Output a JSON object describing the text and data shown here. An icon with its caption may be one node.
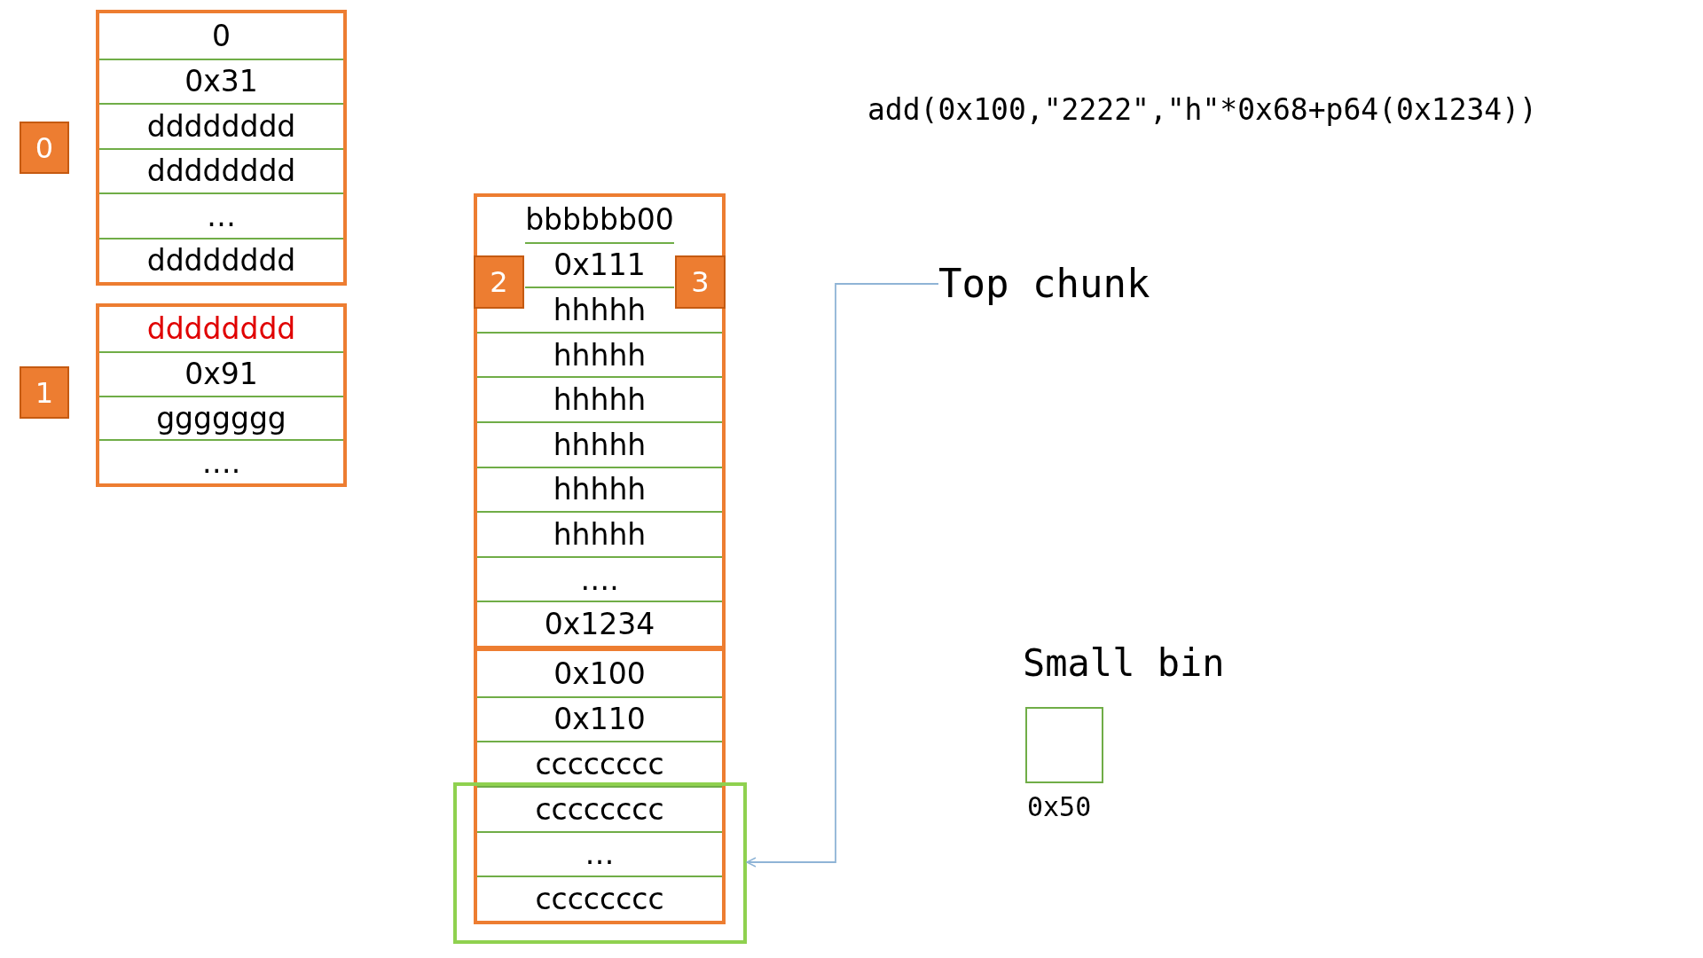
{
  "diagram": {
    "nodes": [
      {
        "text": [],
        "shape": "box"
      },
      {
        "text": [
          "0"
        ],
        "in": 0
      },
      {
        "text": [
          "0x31"
        ],
        "in": 0
      },
      {
        "text": [
          "dddddddd"
        ],
        "in": 0
      },
      {
        "text": [
          "dddddddd"
        ],
        "in": 0
      },
      {
        "text": [
          "…"
        ],
        "in": 0
      },
      {
        "text": [
          "dddddddd"
        ],
        "in": 0
      },
      {
        "text": [
          "0"
        ]
      },
      {
        "text": [],
        "shape": "box"
      },
      {
        "text": [
          "dddddddd"
        ],
        "in": 8
      },
      {
        "text": [
          "0x91"
        ],
        "in": 8
      },
      {
        "text": [
          "ggggggg"
        ],
        "in": 8
      },
      {
        "text": [
          "…."
        ],
        "in": 8
      },
      {
        "text": [
          "1"
        ]
      },
      {
        "text": [],
        "shape": "box"
      },
      {
        "text": [
          "bbbbbb00"
        ],
        "in": 14
      },
      {
        "text": [
          "0x111"
        ],
        "in": 14
      },
      {
        "text": [
          "hhhhh"
        ],
        "in": 14
      },
      {
        "text": [
          "hhhhh"
        ],
        "in": 14
      },
      {
        "text": [
          "hhhhh"
        ],
        "in": 14
      },
      {
        "text": [
          "hhhhh"
        ],
        "in": 14
      },
      {
        "text": [
          "hhhhh"
        ],
        "in": 14
      },
      {
        "text": [
          "hhhhh"
        ],
        "in": 14
      },
      {
        "text": [
          "…."
        ],
        "in": 14
      },
      {
        "text": [
          "0x1234"
        ],
        "in": 14
      },
      {
        "text": [
          "2"
        ],
        "in": 14
      },
      {
        "text": [
          "3"
        ],
        "in": 14
      },
      {
        "text": [],
        "shape": "box"
      },
      {
        "text": [
          "0x100"
        ],
        "in": 27
      },
      {
        "text": [
          "0x110"
        ],
        "in": 27
      },
      {
        "text": [
          "cccccccc"
        ],
        "in": 27
      },
      {
        "text": [
          "cccccccc"
        ]
      },
      {
        "text": [
          "…"
        ]
      },
      {
        "text": [
          "cccccccc"
        ]
      },
      {
        "text": [],
        "shape": "box"
      },
      {
        "text": [
          "Top chunk"
        ]
      },
      {
        "text": [
          "Small bin"
        ],
        "beside": [
          "0x50"
        ]
      }
    ],
    "edges": [
      {
        "from": 35,
        "to": 34,
        "arrow": "to"
      }
    ],
    "labels": [
      "add(0x100,\"2222\",\"h\"*0x68+p64(0x1234))"
    ]
  }
}
